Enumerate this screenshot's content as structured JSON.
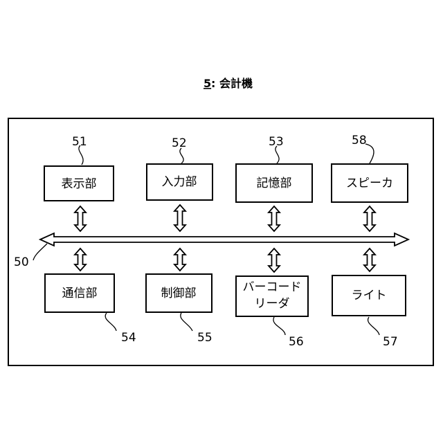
{
  "title": {
    "number": "5",
    "separator": ":",
    "text": "会計機"
  },
  "bus": {
    "ref": "50"
  },
  "blocks": {
    "display": {
      "label": "表示部",
      "ref": "51"
    },
    "input": {
      "label": "入力部",
      "ref": "52"
    },
    "storage": {
      "label": "記憶部",
      "ref": "53"
    },
    "speaker": {
      "label": "スピーカ",
      "ref": "58"
    },
    "communication": {
      "label": "通信部",
      "ref": "54"
    },
    "control": {
      "label": "制御部",
      "ref": "55"
    },
    "barcode_reader": {
      "label_line1": "バーコード",
      "label_line2": "リーダ",
      "ref": "56"
    },
    "light": {
      "label": "ライト",
      "ref": "57"
    }
  }
}
